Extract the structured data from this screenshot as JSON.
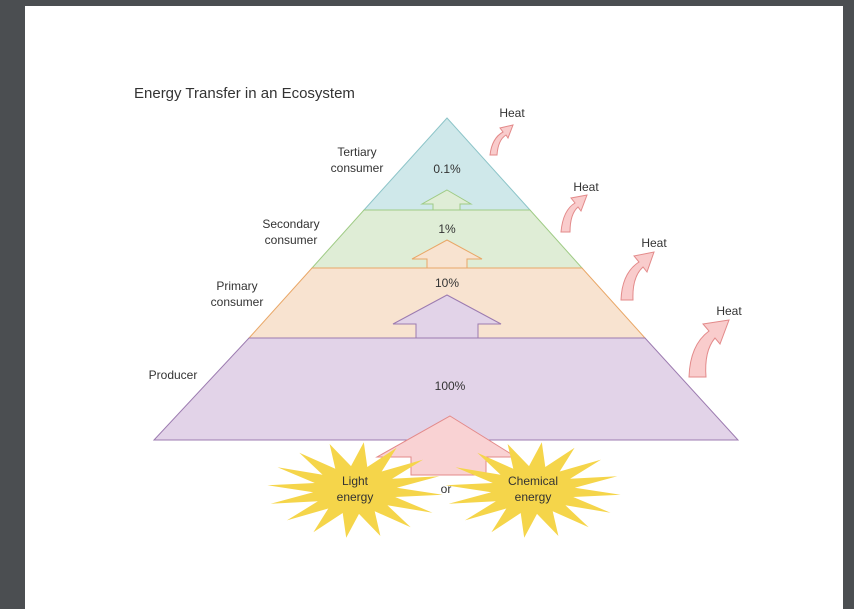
{
  "title": "Energy Transfer in an Ecosystem",
  "levels": [
    {
      "label_line1": "Tertiary",
      "label_line2": "consumer",
      "percent": "0.1%",
      "fill": "#cfe8ea",
      "stroke": "#8cc4c8"
    },
    {
      "label_line1": "Secondary",
      "label_line2": "consumer",
      "percent": "1%",
      "fill": "#dfedd6",
      "stroke": "#9fcb85"
    },
    {
      "label_line1": "Primary",
      "label_line2": "consumer",
      "percent": "10%",
      "fill": "#f8e3d0",
      "stroke": "#e9a767"
    },
    {
      "label_line1": "Producer",
      "label_line2": "",
      "percent": "100%",
      "fill": "#e2d3e8",
      "stroke": "#9c7bb0"
    }
  ],
  "heat_label": "Heat",
  "sources": {
    "light_line1": "Light",
    "light_line2": "energy",
    "or": "or",
    "chemical_line1": "Chemical",
    "chemical_line2": "energy"
  },
  "colors": {
    "heat_fill": "#f9cccc",
    "heat_stroke": "#e38a8a",
    "star_fill": "#f5d54a"
  }
}
